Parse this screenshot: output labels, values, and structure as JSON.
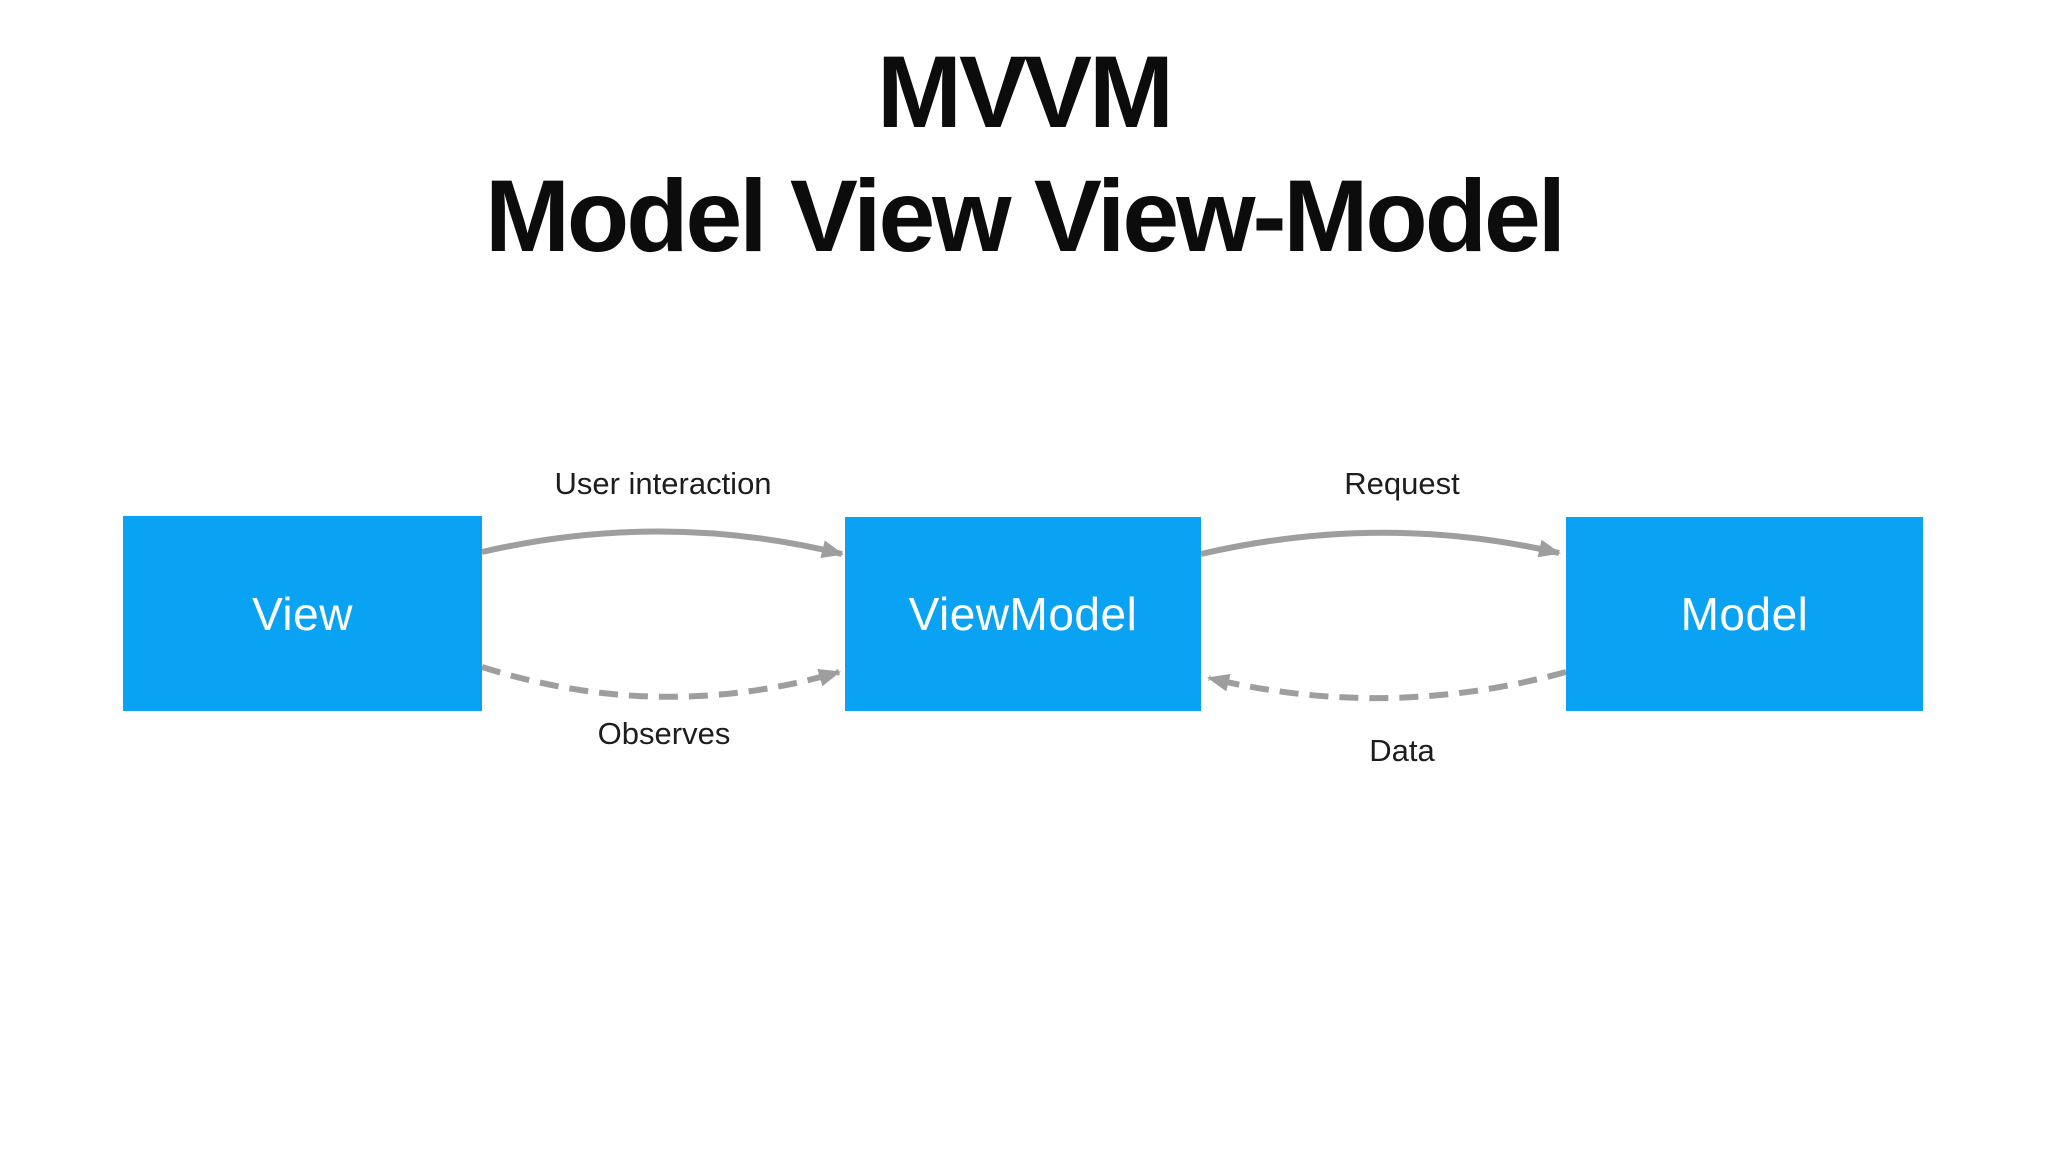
{
  "title": {
    "line1": "MVVM",
    "line2": "Model View View-Model"
  },
  "diagram": {
    "nodes": [
      {
        "id": "view",
        "label": "View"
      },
      {
        "id": "viewmodel",
        "label": "ViewModel"
      },
      {
        "id": "model",
        "label": "Model"
      }
    ],
    "edges": [
      {
        "label": "User interaction",
        "from": "view",
        "to": "viewmodel",
        "style": "solid",
        "direction": "right"
      },
      {
        "label": "Observes",
        "from": "view",
        "to": "viewmodel",
        "style": "dashed",
        "direction": "right"
      },
      {
        "label": "Request",
        "from": "viewmodel",
        "to": "model",
        "style": "solid",
        "direction": "right"
      },
      {
        "label": "Data",
        "from": "model",
        "to": "viewmodel",
        "style": "dashed",
        "direction": "left"
      }
    ]
  },
  "colors": {
    "background": "#ffffff",
    "node_fill": "#0aa2f2",
    "node_text": "#ffffff",
    "arrow": "#9e9e9e",
    "title_text": "#0c0c0c",
    "label_text": "#1d1d1d"
  }
}
